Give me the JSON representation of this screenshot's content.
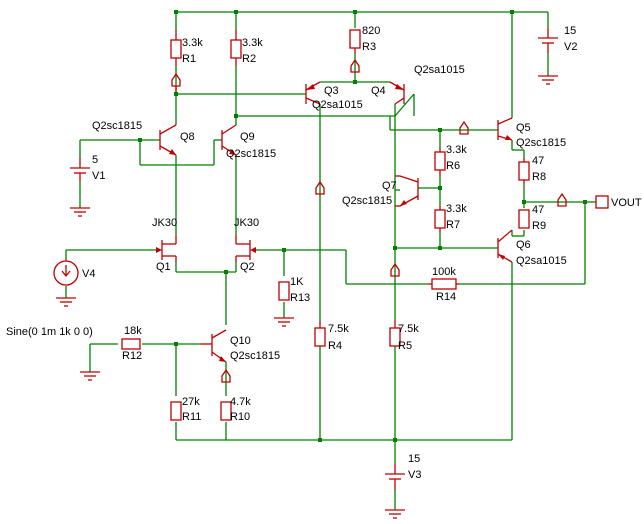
{
  "components": {
    "r1": {
      "value": "3.3k",
      "ref": "R1"
    },
    "r2": {
      "value": "3.3k",
      "ref": "R2"
    },
    "r3": {
      "value": "820",
      "ref": "R3"
    },
    "r4": {
      "value": "7.5k",
      "ref": "R4"
    },
    "r5": {
      "value": "7.5k",
      "ref": "R5"
    },
    "r6": {
      "value": "3.3k",
      "ref": "R6"
    },
    "r7": {
      "value": "3.3k",
      "ref": "R7"
    },
    "r8": {
      "value": "47",
      "ref": "R8"
    },
    "r9": {
      "value": "47",
      "ref": "R9"
    },
    "r10": {
      "value": "4.7k",
      "ref": "R10"
    },
    "r11": {
      "value": "27k",
      "ref": "R11"
    },
    "r12": {
      "value": "18k",
      "ref": "R12"
    },
    "r13": {
      "value": "1K",
      "ref": "R13"
    },
    "r14": {
      "value": "100k",
      "ref": "R14"
    },
    "v1": {
      "value": "5",
      "ref": "V1"
    },
    "v2": {
      "value": "15",
      "ref": "V2"
    },
    "v3": {
      "value": "15",
      "ref": "V3"
    },
    "v4": {
      "ref": "V4",
      "source": "Sine(0 1m 1k 0 0)"
    },
    "q1": {
      "model": "JK30",
      "ref": "Q1"
    },
    "q2": {
      "model": "JK30",
      "ref": "Q2"
    },
    "q3": {
      "model": "Q2sa1015",
      "ref": "Q3"
    },
    "q4": {
      "model": "Q2sa1015",
      "ref": "Q4"
    },
    "q5": {
      "model": "Q2sc1815",
      "ref": "Q5"
    },
    "q6": {
      "model": "Q2sa1015",
      "ref": "Q6"
    },
    "q7": {
      "model": "Q2sc1815",
      "ref": "Q7"
    },
    "q8": {
      "model": "Q2sc1815",
      "ref": "Q8"
    },
    "q9": {
      "model": "Q2sc1815",
      "ref": "Q9"
    },
    "q10": {
      "model": "Q2sc1815",
      "ref": "Q10"
    }
  },
  "output": {
    "label": "VOUT"
  },
  "icons": {
    "ground": "ground-icon",
    "probe": "voltage-probe-icon",
    "battery": "dc-source-icon",
    "sine": "sine-source-icon"
  },
  "colors": {
    "wire": "#008000",
    "component": "#c00000",
    "text": "#000000"
  }
}
